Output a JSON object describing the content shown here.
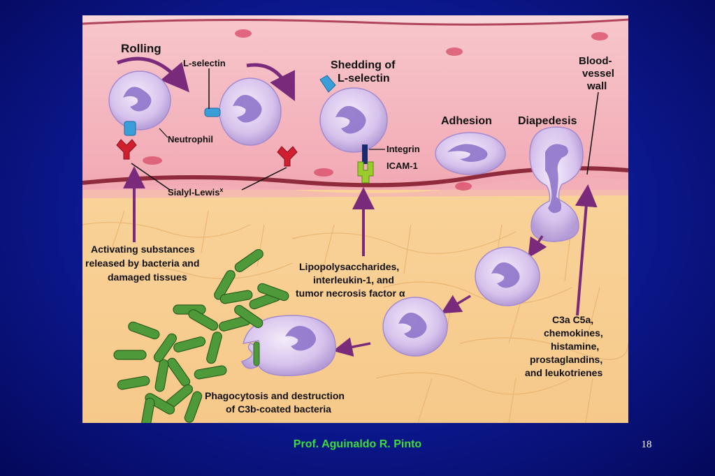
{
  "figure": {
    "labels": {
      "rolling": "Rolling",
      "l_selectin": "L-selectin",
      "shedding_line1": "Shedding of",
      "shedding_line2": "L-selectin",
      "blood_line1": "Blood-",
      "blood_line2": "vessel",
      "blood_line3": "wall",
      "neutrophil": "Neutrophil",
      "adhesion": "Adhesion",
      "diapedesis": "Diapedesis",
      "integrin": "Integrin",
      "icam": "ICAM-1",
      "sialyl": "Sialyl-Lewis",
      "sialyl_sup": "x",
      "activating_line1": "Activating substances",
      "activating_line2": "released by bacteria and",
      "activating_line3": "damaged tissues",
      "lps_line1": "Lipopolysaccharides,",
      "lps_line2": "interleukin-1, and",
      "lps_line3": "tumor necrosis factor α",
      "c3a_line1": "C3a  C5a,",
      "c3a_line2": "chemokines,",
      "c3a_line3": "histamine,",
      "c3a_line4": "prostaglandins,",
      "c3a_line5": "and leukotrienes",
      "phago_line1": "Phagocytosis and destruction",
      "phago_line2": "of C3b-coated bacteria"
    },
    "colors": {
      "vessel": "#f4b9c0",
      "tissue": "#fbd8a0",
      "cell": "#d9c6ee",
      "nucleus": "#8a6ec8",
      "bacteria": "#4e9a3a",
      "arrow": "#7a2a7a"
    }
  },
  "footer": {
    "author": "Prof. Aguinaldo R. Pinto",
    "page_number": "18"
  }
}
